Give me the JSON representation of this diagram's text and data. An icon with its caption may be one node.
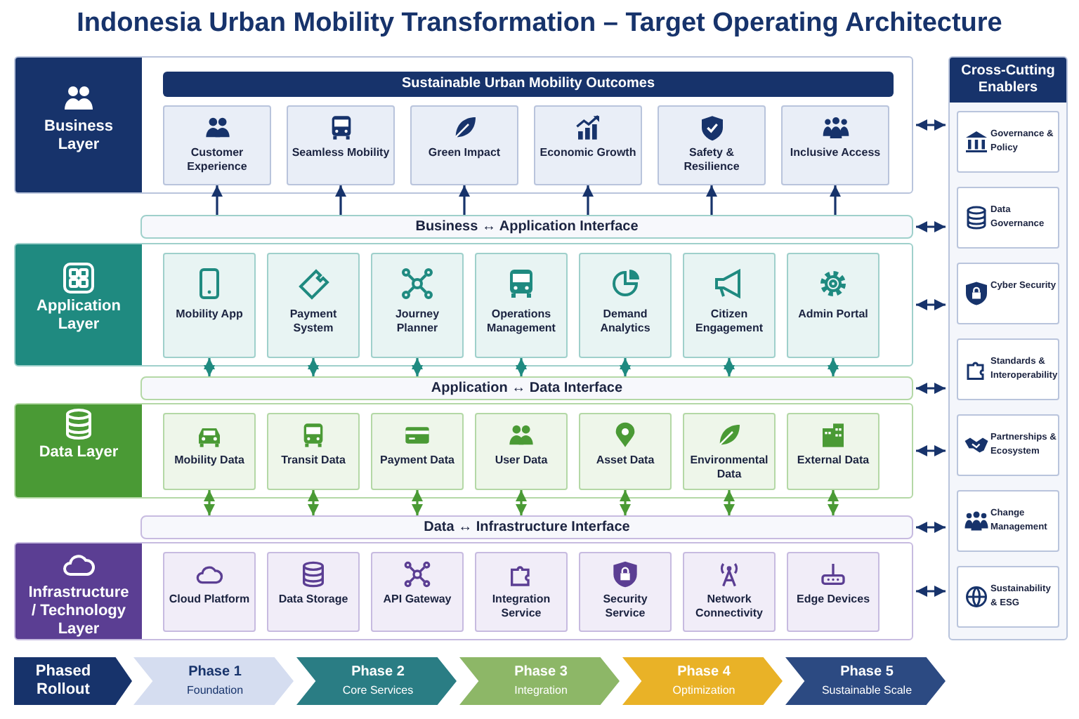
{
  "diagram": {
    "title": "Indonesia Urban Mobility Transformation – Target Operating Architecture",
    "nodes": [
      {
        "text": [
          "Business Layer"
        ]
      },
      {
        "text": [
          "Sustainable Urban Mobility Outcomes"
        ],
        "in": 0
      },
      {
        "text": [
          "Customer Experience"
        ],
        "in": 0
      },
      {
        "text": [
          "Seamless Mobility"
        ],
        "in": 0
      },
      {
        "text": [
          "Green Impact"
        ],
        "in": 0
      },
      {
        "text": [
          "Economic Growth"
        ],
        "in": 0
      },
      {
        "text": [
          "Safety & Resilience"
        ],
        "in": 0
      },
      {
        "text": [
          "Inclusive Access"
        ],
        "in": 0
      },
      {
        "text": [
          "Business ↔ Application Interface"
        ]
      },
      {
        "text": [
          "Application Layer"
        ]
      },
      {
        "text": [
          "Mobility App"
        ],
        "in": 9
      },
      {
        "text": [
          "Payment System"
        ],
        "in": 9
      },
      {
        "text": [
          "Journey Planner"
        ],
        "in": 9
      },
      {
        "text": [
          "Operations Management"
        ],
        "in": 9
      },
      {
        "text": [
          "Demand Analytics"
        ],
        "in": 9
      },
      {
        "text": [
          "Citizen Engagement"
        ],
        "in": 9
      },
      {
        "text": [
          "Admin Portal"
        ],
        "in": 9
      },
      {
        "text": [
          "Application ↔ Data Interface"
        ]
      },
      {
        "text": [
          "Data Layer"
        ]
      },
      {
        "text": [
          "Mobility Data"
        ],
        "in": 18
      },
      {
        "text": [
          "Transit Data"
        ],
        "in": 18
      },
      {
        "text": [
          "Payment Data"
        ],
        "in": 18
      },
      {
        "text": [
          "User Data"
        ],
        "in": 18
      },
      {
        "text": [
          "Asset Data"
        ],
        "in": 18
      },
      {
        "text": [
          "Environmental Data"
        ],
        "in": 18
      },
      {
        "text": [
          "External Data"
        ],
        "in": 18
      },
      {
        "text": [
          "Data ↔ Infrastructure Interface"
        ]
      },
      {
        "text": [
          "Infrastructure / Technology Layer"
        ]
      },
      {
        "text": [
          "Cloud Platform"
        ],
        "in": 27
      },
      {
        "text": [
          "Data Storage"
        ],
        "in": 27
      },
      {
        "text": [
          "API Gateway"
        ],
        "in": 27
      },
      {
        "text": [
          "Integration Service"
        ],
        "in": 27
      },
      {
        "text": [
          "Security Service"
        ],
        "in": 27
      },
      {
        "text": [
          "Network Connectivity"
        ],
        "in": 27
      },
      {
        "text": [
          "Edge Devices"
        ],
        "in": 27
      },
      {
        "text": [
          "Cross-Cutting Enablers"
        ]
      },
      {
        "text": [
          "Governance & Policy"
        ],
        "in": 35
      },
      {
        "text": [
          "Data Governance"
        ],
        "in": 35
      },
      {
        "text": [
          "Cyber Security"
        ],
        "in": 35
      },
      {
        "text": [
          "Standards & Interoperability"
        ],
        "in": 35
      },
      {
        "text": [
          "Partnerships & Ecosystem"
        ],
        "in": 35
      },
      {
        "text": [
          "Change Management"
        ],
        "in": 35
      },
      {
        "text": [
          "Sustainability & ESG"
        ],
        "in": 35
      },
      {
        "text": [
          "Phased Rollout"
        ]
      },
      {
        "text": [
          "Phase 1",
          "Foundation"
        ]
      },
      {
        "text": [
          "Phase 2",
          "Core Services"
        ]
      },
      {
        "text": [
          "Phase 3",
          "Integration"
        ]
      },
      {
        "text": [
          "Phase 4",
          "Optimization"
        ]
      },
      {
        "text": [
          "Phase 5",
          "Sustainable Scale"
        ]
      }
    ],
    "edges": [
      {
        "from": 8,
        "to": 2,
        "arrow": "to"
      },
      {
        "from": 8,
        "to": 3,
        "arrow": "to"
      },
      {
        "from": 8,
        "to": 4,
        "arrow": "to"
      },
      {
        "from": 8,
        "to": 5,
        "arrow": "to"
      },
      {
        "from": 8,
        "to": 6,
        "arrow": "to"
      },
      {
        "from": 8,
        "to": 7,
        "arrow": "to"
      },
      {
        "from": 10,
        "to": 17,
        "arrow": "both",
        "color": "#1f8a80"
      },
      {
        "from": 11,
        "to": 17,
        "arrow": "both",
        "color": "#1f8a80"
      },
      {
        "from": 12,
        "to": 17,
        "arrow": "both",
        "color": "#1f8a80"
      },
      {
        "from": 13,
        "to": 17,
        "arrow": "both",
        "color": "#1f8a80"
      },
      {
        "from": 14,
        "to": 17,
        "arrow": "both",
        "color": "#1f8a80"
      },
      {
        "from": 15,
        "to": 17,
        "arrow": "both",
        "color": "#1f8a80"
      },
      {
        "from": 16,
        "to": 17,
        "arrow": "both",
        "color": "#1f8a80"
      },
      {
        "from": 19,
        "to": 26,
        "arrow": "both",
        "color": "#4a9a35"
      },
      {
        "from": 20,
        "to": 26,
        "arrow": "both",
        "color": "#4a9a35"
      },
      {
        "from": 21,
        "to": 26,
        "arrow": "both",
        "color": "#4a9a35"
      },
      {
        "from": 22,
        "to": 26,
        "arrow": "both",
        "color": "#4a9a35"
      },
      {
        "from": 23,
        "to": 26,
        "arrow": "both",
        "color": "#4a9a35"
      },
      {
        "from": 24,
        "to": 26,
        "arrow": "both",
        "color": "#4a9a35"
      },
      {
        "from": 25,
        "to": 26,
        "arrow": "both",
        "color": "#4a9a35"
      },
      {
        "from": 0,
        "to": 35,
        "arrow": "both"
      },
      {
        "from": 8,
        "to": 35,
        "arrow": "both"
      },
      {
        "from": 9,
        "to": 35,
        "arrow": "both"
      },
      {
        "from": 17,
        "to": 35,
        "arrow": "both"
      },
      {
        "from": 18,
        "to": 35,
        "arrow": "both"
      },
      {
        "from": 26,
        "to": 35,
        "arrow": "both"
      },
      {
        "from": 27,
        "to": 35,
        "arrow": "both"
      }
    ]
  }
}
